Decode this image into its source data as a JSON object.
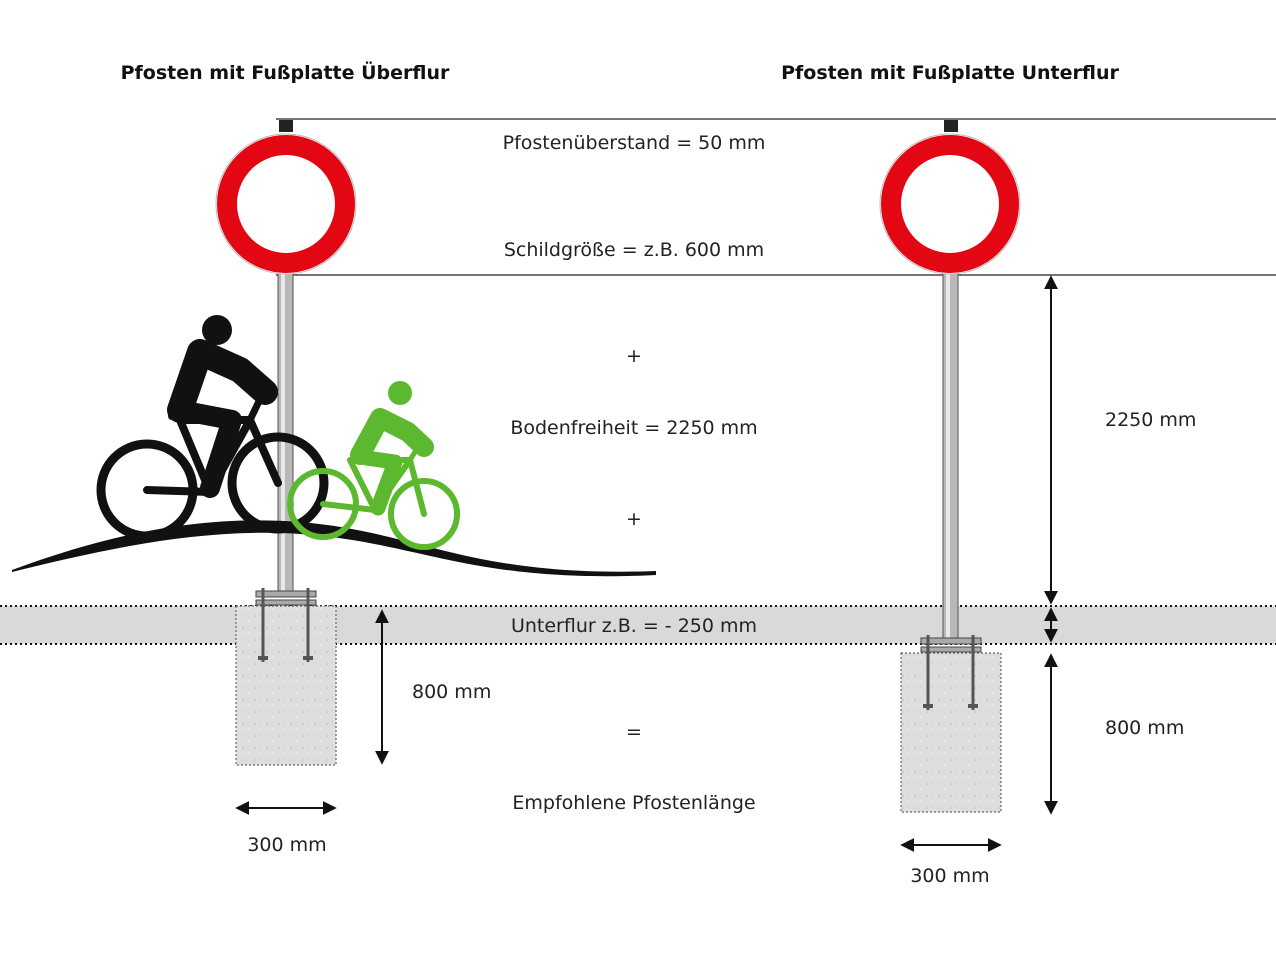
{
  "titles": {
    "left": "Pfosten mit Fußplatte Überflur",
    "right": "Pfosten mit Fußplatte Unterflur"
  },
  "center_labels": {
    "overhang": "Pfostenüberstand = 50 mm",
    "sign_size": "Schildgröße = z.B. 600 mm",
    "plus1": "+",
    "clearance": "Bodenfreiheit = 2250 mm",
    "plus2": "+",
    "underfloor": "Unterflur z.B. = - 250 mm",
    "equals": "=",
    "recommended": "Empfohlene Pfostenlänge"
  },
  "left_dims": {
    "depth": "800 mm",
    "width": "300 mm"
  },
  "right_dims": {
    "clearance": "2250 mm",
    "depth": "800 mm",
    "width": "300 mm"
  },
  "colors": {
    "sign_red": "#e30613",
    "cyclist_green": "#5cb82e",
    "cyclist_black": "#111111",
    "ground_band": "#d9d9d9",
    "concrete": "#dcdcdc"
  }
}
